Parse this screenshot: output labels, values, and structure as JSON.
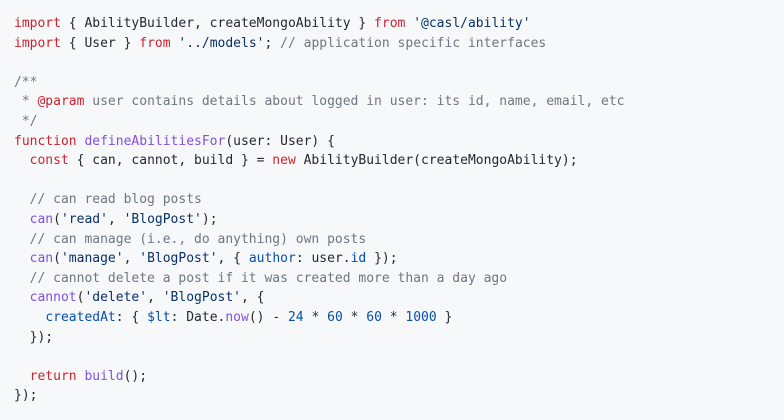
{
  "code": {
    "language": "javascript",
    "lines": [
      [
        {
          "t": "k",
          "v": "import"
        },
        {
          "t": "t",
          "v": " { AbilityBuilder, createMongoAbility } "
        },
        {
          "t": "k",
          "v": "from"
        },
        {
          "t": "t",
          "v": " "
        },
        {
          "t": "s",
          "v": "'@casl/ability'"
        }
      ],
      [
        {
          "t": "k",
          "v": "import"
        },
        {
          "t": "t",
          "v": " { User } "
        },
        {
          "t": "k",
          "v": "from"
        },
        {
          "t": "t",
          "v": " "
        },
        {
          "t": "s",
          "v": "'../models'"
        },
        {
          "t": "t",
          "v": "; "
        },
        {
          "t": "c",
          "v": "// application specific interfaces"
        }
      ],
      [],
      [
        {
          "t": "c",
          "v": "/**"
        }
      ],
      [
        {
          "t": "c",
          "v": " * "
        },
        {
          "t": "k",
          "v": "@param"
        },
        {
          "t": "c",
          "v": " user contains details about logged in user: its id, name, email, etc"
        }
      ],
      [
        {
          "t": "c",
          "v": " */"
        }
      ],
      [
        {
          "t": "k",
          "v": "function"
        },
        {
          "t": "t",
          "v": " "
        },
        {
          "t": "f",
          "v": "defineAbilitiesFor"
        },
        {
          "t": "t",
          "v": "(user: User) {"
        }
      ],
      [
        {
          "t": "t",
          "v": "  "
        },
        {
          "t": "k",
          "v": "const"
        },
        {
          "t": "t",
          "v": " { can, cannot, build } = "
        },
        {
          "t": "k",
          "v": "new"
        },
        {
          "t": "t",
          "v": " AbilityBuilder(createMongoAbility);"
        }
      ],
      [],
      [
        {
          "t": "t",
          "v": "  "
        },
        {
          "t": "c",
          "v": "// can read blog posts"
        }
      ],
      [
        {
          "t": "t",
          "v": "  "
        },
        {
          "t": "f",
          "v": "can"
        },
        {
          "t": "t",
          "v": "("
        },
        {
          "t": "s",
          "v": "'read'"
        },
        {
          "t": "t",
          "v": ", "
        },
        {
          "t": "s",
          "v": "'BlogPost'"
        },
        {
          "t": "t",
          "v": ");"
        }
      ],
      [
        {
          "t": "t",
          "v": "  "
        },
        {
          "t": "c",
          "v": "// can manage (i.e., do anything) own posts"
        }
      ],
      [
        {
          "t": "t",
          "v": "  "
        },
        {
          "t": "f",
          "v": "can"
        },
        {
          "t": "t",
          "v": "("
        },
        {
          "t": "s",
          "v": "'manage'"
        },
        {
          "t": "t",
          "v": ", "
        },
        {
          "t": "s",
          "v": "'BlogPost'"
        },
        {
          "t": "t",
          "v": ", { "
        },
        {
          "t": "p",
          "v": "author"
        },
        {
          "t": "t",
          "v": ": user."
        },
        {
          "t": "p",
          "v": "id"
        },
        {
          "t": "t",
          "v": " });"
        }
      ],
      [
        {
          "t": "t",
          "v": "  "
        },
        {
          "t": "c",
          "v": "// cannot delete a post if it was created more than a day ago"
        }
      ],
      [
        {
          "t": "t",
          "v": "  "
        },
        {
          "t": "f",
          "v": "cannot"
        },
        {
          "t": "t",
          "v": "("
        },
        {
          "t": "s",
          "v": "'delete'"
        },
        {
          "t": "t",
          "v": ", "
        },
        {
          "t": "s",
          "v": "'BlogPost'"
        },
        {
          "t": "t",
          "v": ", {"
        }
      ],
      [
        {
          "t": "t",
          "v": "    "
        },
        {
          "t": "p",
          "v": "createdAt"
        },
        {
          "t": "t",
          "v": ": { "
        },
        {
          "t": "p",
          "v": "$lt"
        },
        {
          "t": "t",
          "v": ": Date."
        },
        {
          "t": "f",
          "v": "now"
        },
        {
          "t": "t",
          "v": "() - "
        },
        {
          "t": "p",
          "v": "24"
        },
        {
          "t": "t",
          "v": " * "
        },
        {
          "t": "p",
          "v": "60"
        },
        {
          "t": "t",
          "v": " * "
        },
        {
          "t": "p",
          "v": "60"
        },
        {
          "t": "t",
          "v": " * "
        },
        {
          "t": "p",
          "v": "1000"
        },
        {
          "t": "t",
          "v": " }"
        }
      ],
      [
        {
          "t": "t",
          "v": "  });"
        }
      ],
      [],
      [
        {
          "t": "t",
          "v": "  "
        },
        {
          "t": "k",
          "v": "return"
        },
        {
          "t": "t",
          "v": " "
        },
        {
          "t": "f",
          "v": "build"
        },
        {
          "t": "t",
          "v": "();"
        }
      ],
      [
        {
          "t": "t",
          "v": "});"
        }
      ]
    ]
  },
  "colors": {
    "background": "#f6f8fa",
    "keyword": "#cf222e",
    "string": "#0a3069",
    "comment": "#6e7781",
    "function": "#8250df",
    "property": "#0550ae",
    "text": "#24292f"
  }
}
